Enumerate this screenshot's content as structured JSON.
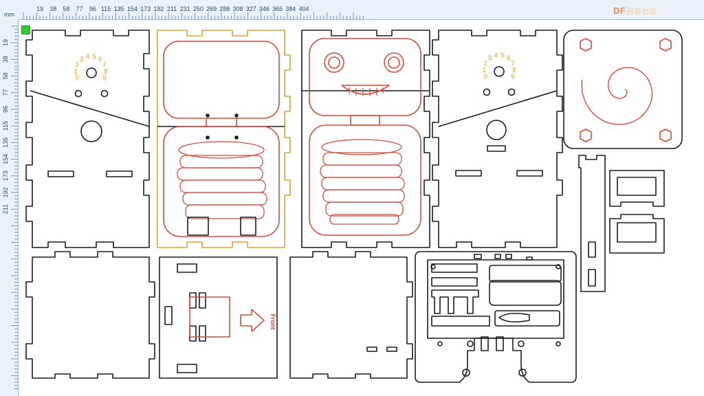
{
  "ruler": {
    "unit": "mm",
    "top_labels": [
      "19",
      "38",
      "58",
      "77",
      "96",
      "115",
      "135",
      "154",
      "173",
      "192",
      "211",
      "231",
      "250",
      "269",
      "288",
      "308",
      "327",
      "346",
      "365",
      "384",
      "404"
    ],
    "left_labels": [
      "19",
      "38",
      "58",
      "77",
      "96",
      "115",
      "135",
      "154",
      "173",
      "192",
      "211"
    ]
  },
  "watermark": {
    "brand": "DF",
    "rest": "创客社区"
  },
  "dial_digits": [
    "0",
    "1",
    "2",
    "3",
    "4",
    "5",
    "6",
    "7",
    "8",
    "9"
  ],
  "engrave_text": "Front",
  "colors": {
    "cut_line": "#1a1a1a",
    "engrave_red": "#d64a3a",
    "highlight_outline": "#e0a030",
    "digit_orange": "#e8a020",
    "origin_marker": "#2ecc2e",
    "ruler_bg": "#e9f1fa"
  }
}
